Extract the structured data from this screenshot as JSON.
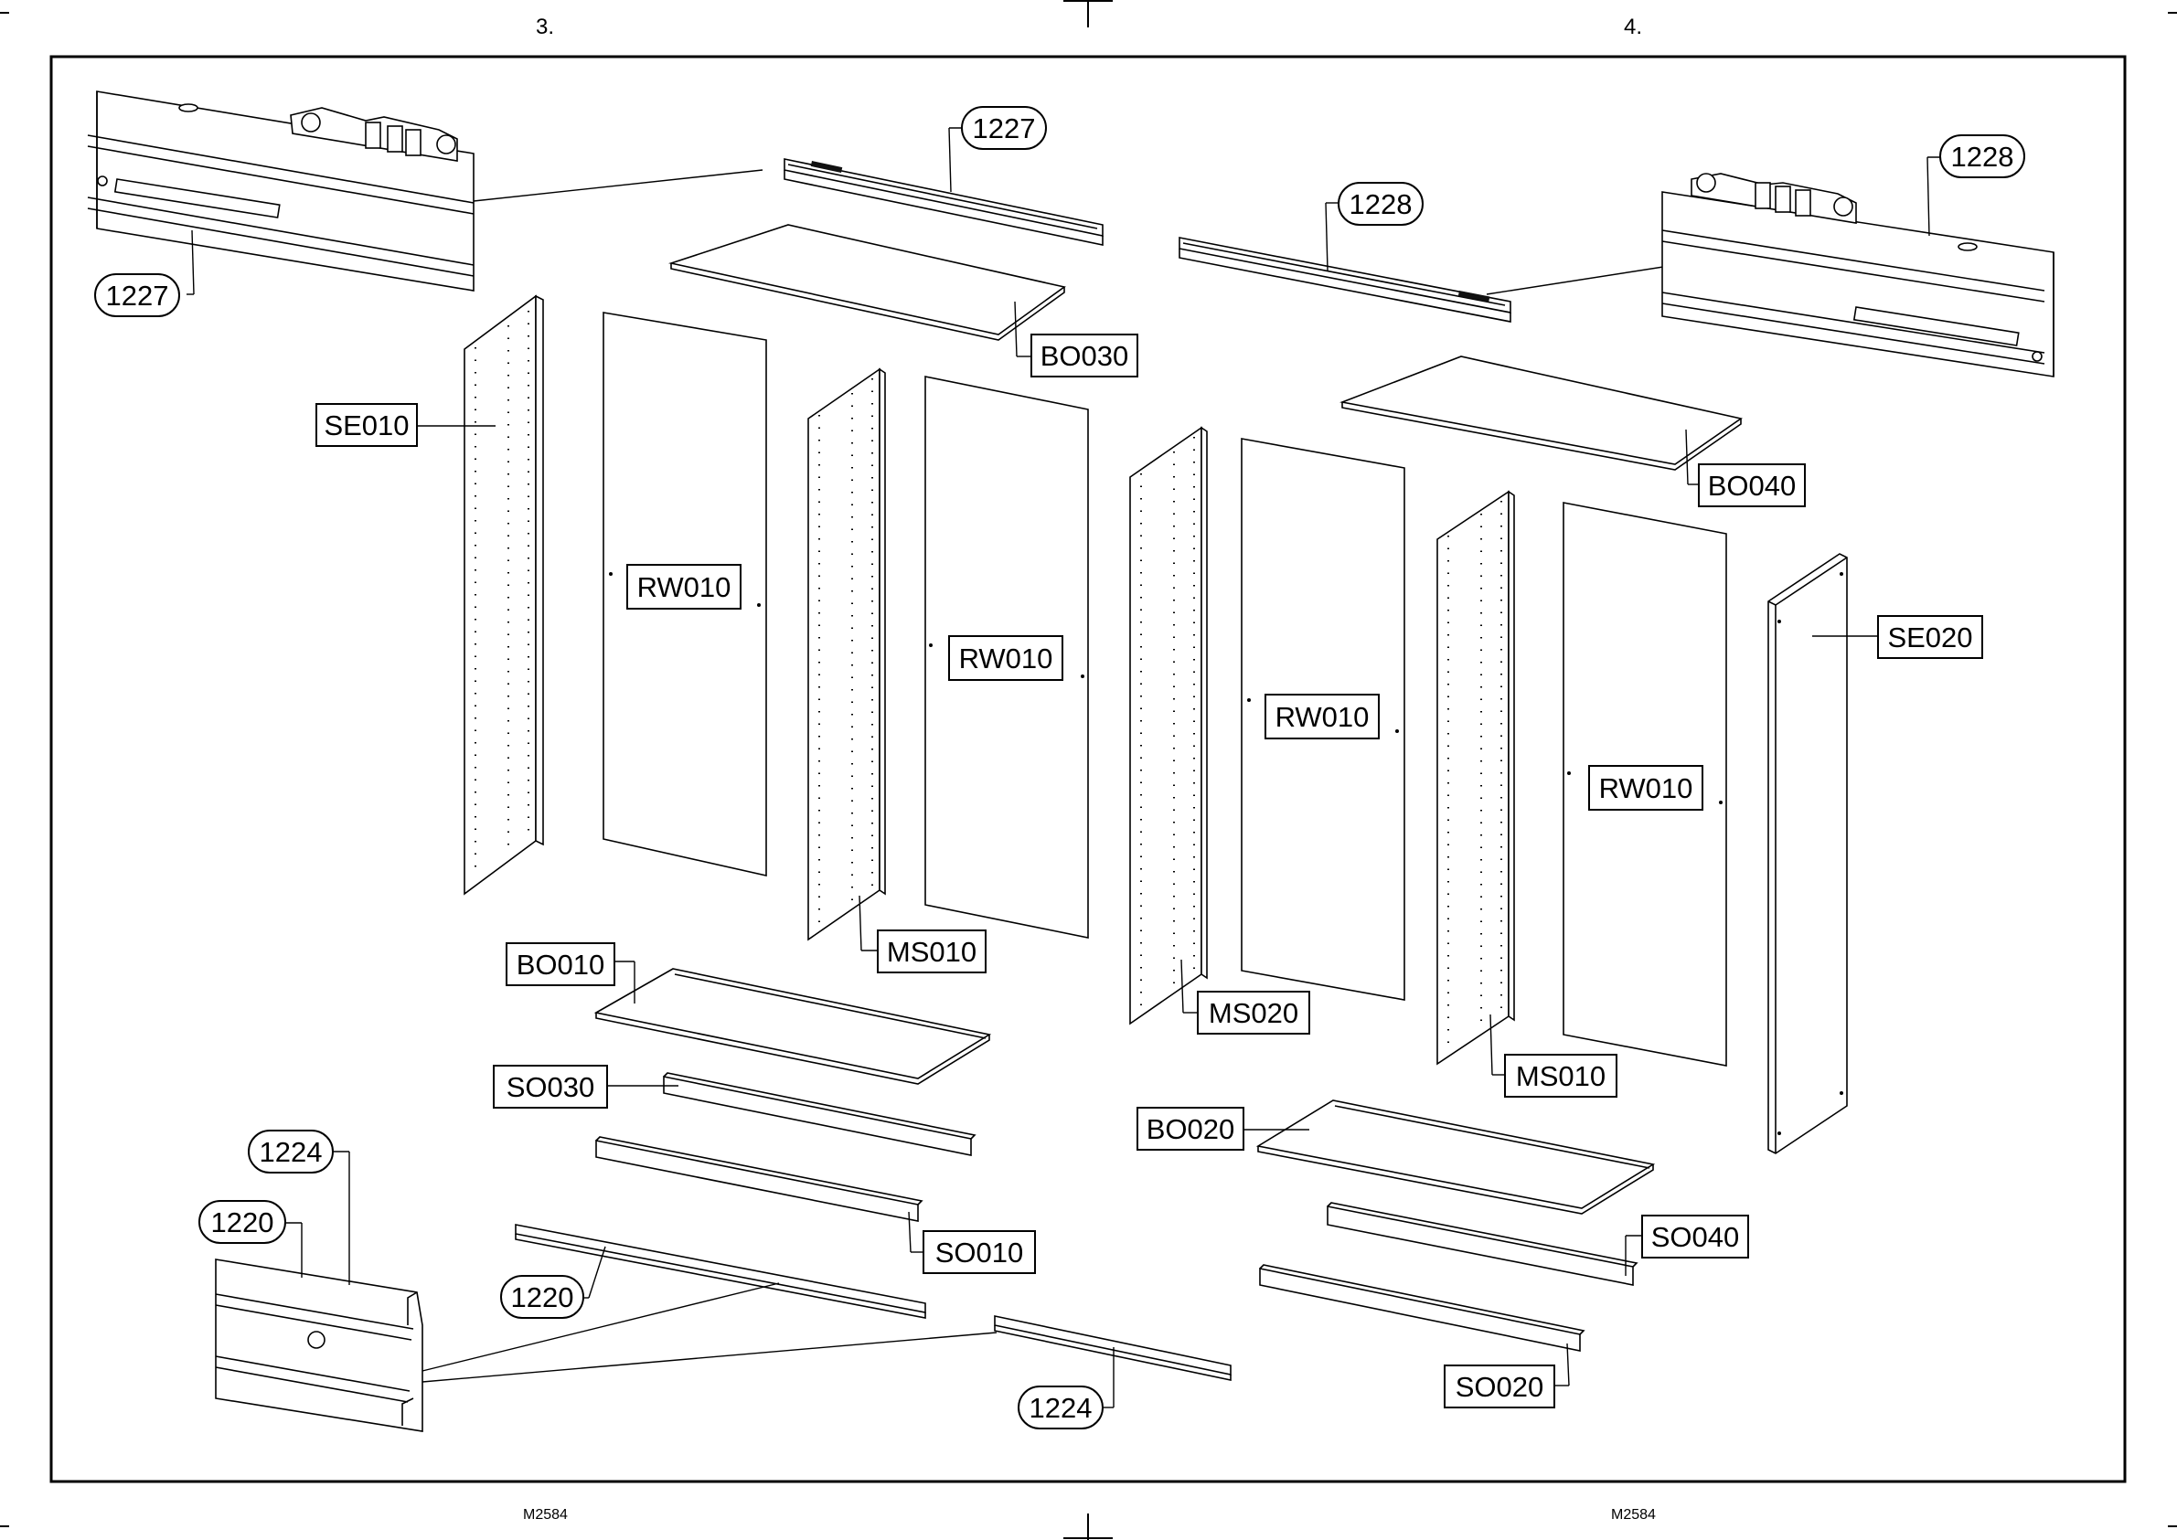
{
  "page": {
    "left_page_number": "3.",
    "right_page_number": "4.",
    "left_footer_code": "M2584",
    "right_footer_code": "M2584"
  },
  "labels": {
    "rail_top_left_detail": "1227",
    "rail_top_left": "1227",
    "rail_top_right": "1228",
    "rail_top_right_detail": "1228",
    "top_panel_left": "BO030",
    "top_panel_right": "BO040",
    "side_left": "SE010",
    "side_right": "SE020",
    "back_1": "RW010",
    "back_2": "RW010",
    "back_3": "RW010",
    "back_4": "RW010",
    "middle_1": "MS010",
    "middle_2": "MS020",
    "middle_3": "MS010",
    "bottom_left": "BO010",
    "bottom_right": "BO020",
    "plinth_1": "SO030",
    "plinth_2": "SO010",
    "plinth_3": "SO040",
    "plinth_4": "SO020",
    "rail_bottom_detail_a": "1224",
    "rail_bottom_detail_b": "1220",
    "rail_bottom_1": "1220",
    "rail_bottom_2": "1224"
  }
}
